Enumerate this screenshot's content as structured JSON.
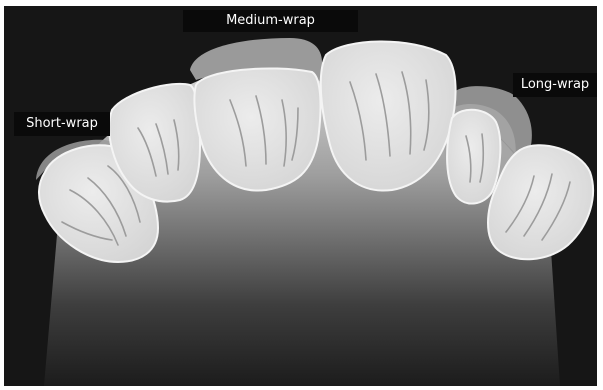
{
  "labels": {
    "short_wrap": "Short-wrap",
    "medium_wrap": "Medium-wrap",
    "long_wrap": "Long-wrap"
  },
  "colors": {
    "frame_background": "#161616",
    "label_background": "#0a0a0a",
    "label_text": "#ffffff",
    "tooth_fill": "#e2e2e2",
    "tooth_outline": "#f4f4f4",
    "wrap_shell": "#9a9a9a"
  }
}
